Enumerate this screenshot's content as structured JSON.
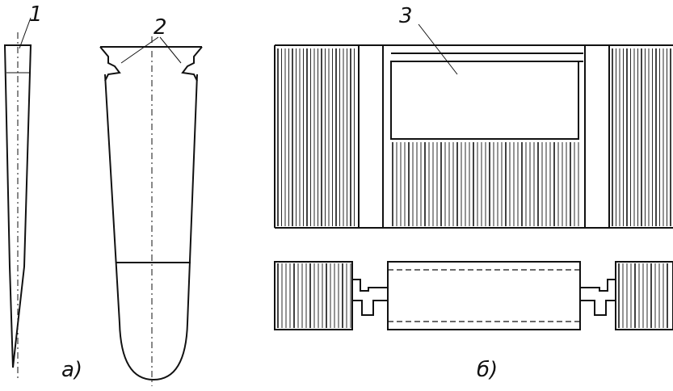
{
  "labels": {
    "callout_1": "1",
    "callout_2": "2",
    "callout_3": "3",
    "view_a": "а)",
    "view_b": "б)"
  },
  "colors": {
    "ink": "#111111",
    "paper": "#ffffff"
  }
}
